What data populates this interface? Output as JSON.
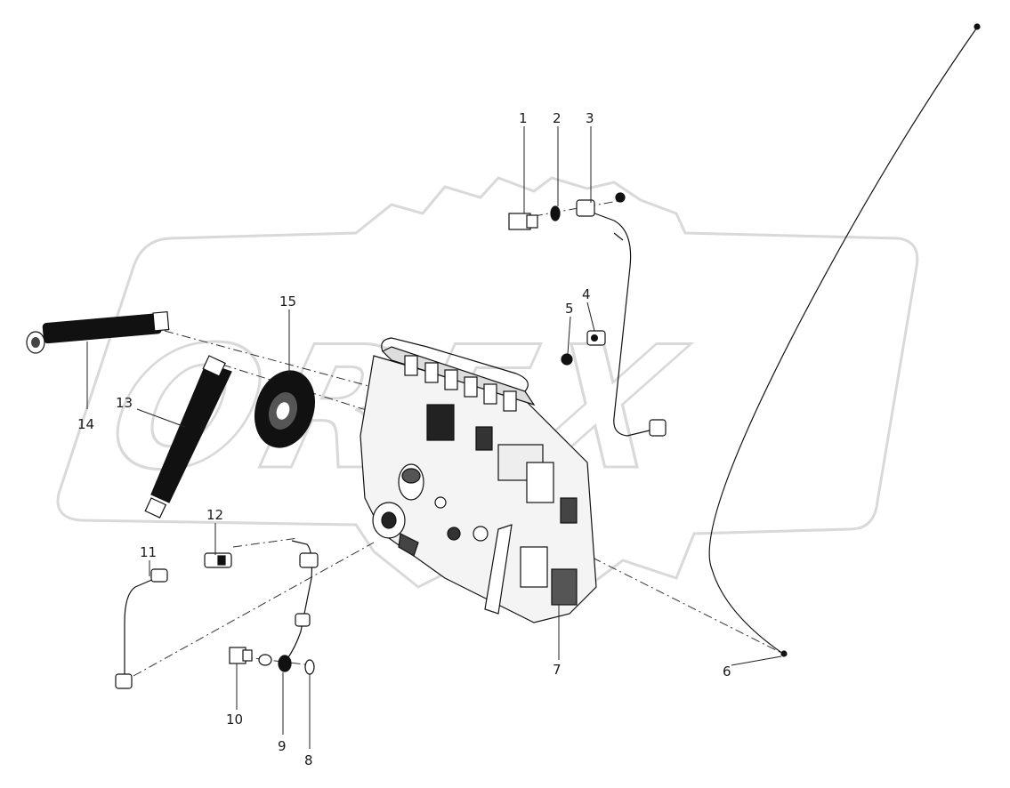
{
  "watermark": {
    "text": "OREX"
  },
  "callouts": [
    "1",
    "2",
    "3",
    "4",
    "5",
    "6",
    "7",
    "8",
    "9",
    "10",
    "11",
    "12",
    "13",
    "14",
    "15"
  ],
  "colors": {
    "line": "#111111",
    "watermark": "#d9d9d9",
    "background": "#ffffff"
  }
}
